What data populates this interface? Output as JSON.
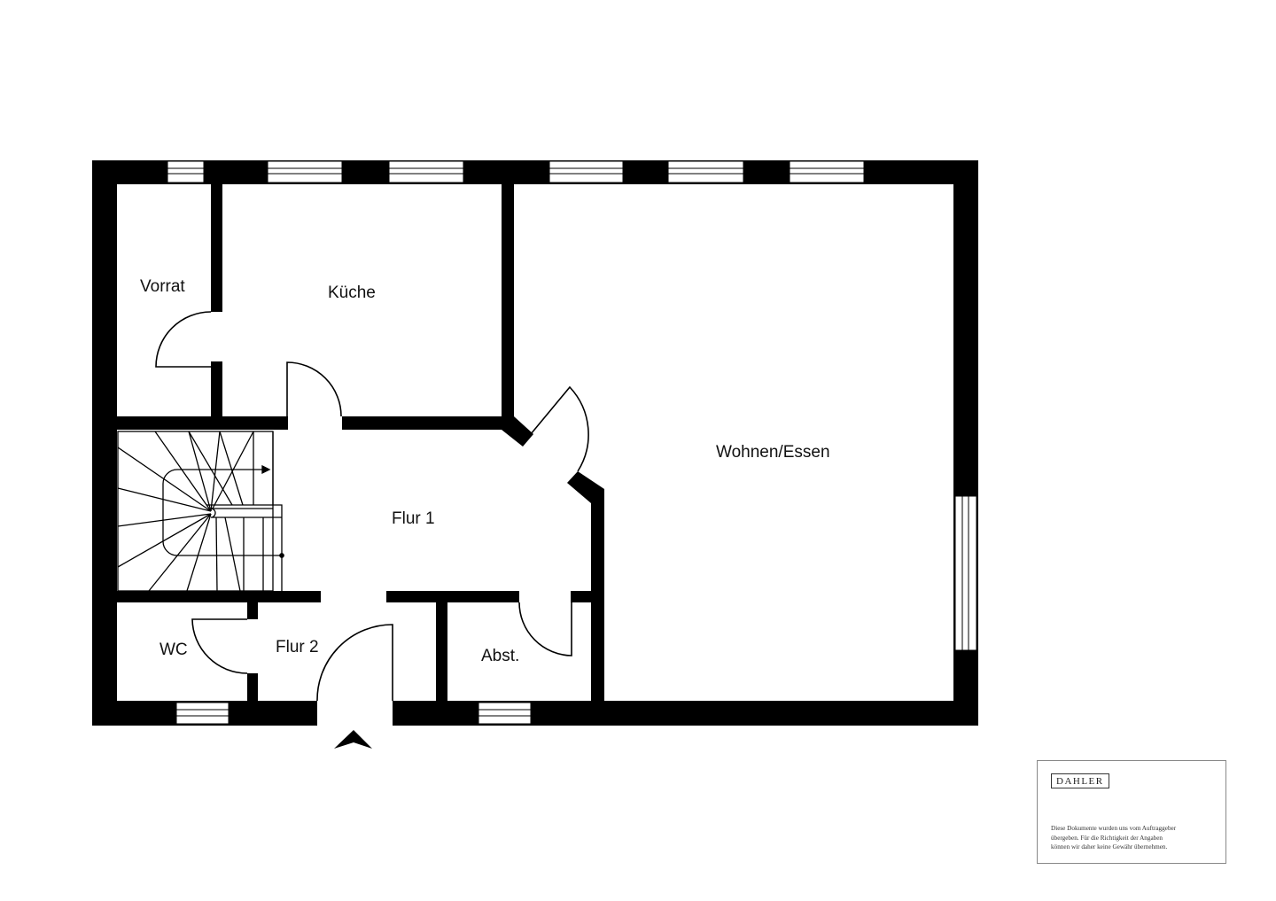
{
  "plan": {
    "type": "floor plan",
    "rooms": [
      {
        "id": "vorrat",
        "label": "Vorrat"
      },
      {
        "id": "kueche",
        "label": "Küche"
      },
      {
        "id": "wohnen_essen",
        "label": "Wohnen/Essen"
      },
      {
        "id": "flur1",
        "label": "Flur 1"
      },
      {
        "id": "flur2",
        "label": "Flur 2"
      },
      {
        "id": "wc",
        "label": "WC"
      },
      {
        "id": "abst",
        "label": "Abst."
      }
    ],
    "entrance_marker": "entrance-arrow"
  },
  "footer": {
    "logo": "DAHLER",
    "disclaimer_lines": [
      "Diese Dokumente wurden uns vom Auftraggeber",
      "übergeben. Für die Richtigkeit der Angaben",
      "können wir daher keine Gewähr übernehmen."
    ]
  },
  "colors": {
    "wall": "#000000",
    "background": "#ffffff",
    "line": "#000000"
  }
}
